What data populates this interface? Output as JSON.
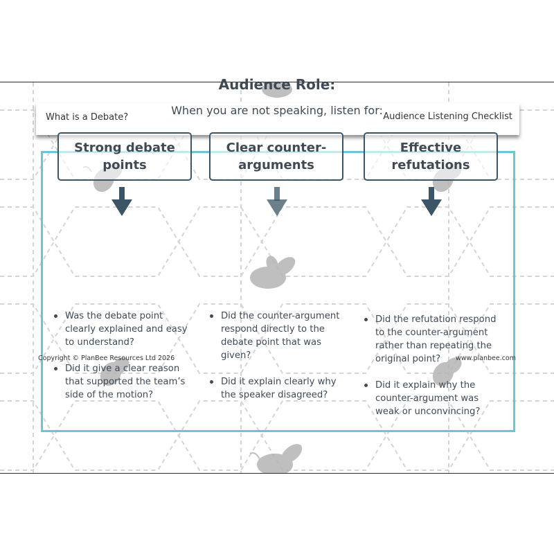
{
  "header": {
    "left_title": "What is a Debate?",
    "right_title": "Audience Listening Checklist"
  },
  "panel": {
    "title": "Audience Role:",
    "subtitle": "When you are not speaking, listen for:"
  },
  "columns": [
    {
      "heading": "Strong debate points",
      "points": [
        "Was the debate point clearly explained and easy to understand?",
        "Did it give a clear reason that supported the team’s side of the motion?"
      ]
    },
    {
      "heading": "Clear counter-arguments",
      "points": [
        "Did the counter-argument respond directly to the debate point that was given?",
        "Did it explain clearly why the speaker disagreed?"
      ]
    },
    {
      "heading": "Effective refutations",
      "points": [
        "Did the refutation respond to the counter-argument rather than repeating the original point?",
        "Did it explain why the counter-argument was weak or unconvincing?"
      ]
    }
  ],
  "footer": {
    "copyright": "Copyright © PlanBee Resources Ltd 2026",
    "website": "www.planbee.com"
  },
  "colors": {
    "panel_border": "#6cc5d3",
    "box_border": "#3b5566",
    "arrow": "#3b5566",
    "text": "#3f4a55"
  },
  "icons": [
    "bee-icon",
    "arrow-down-icon"
  ]
}
